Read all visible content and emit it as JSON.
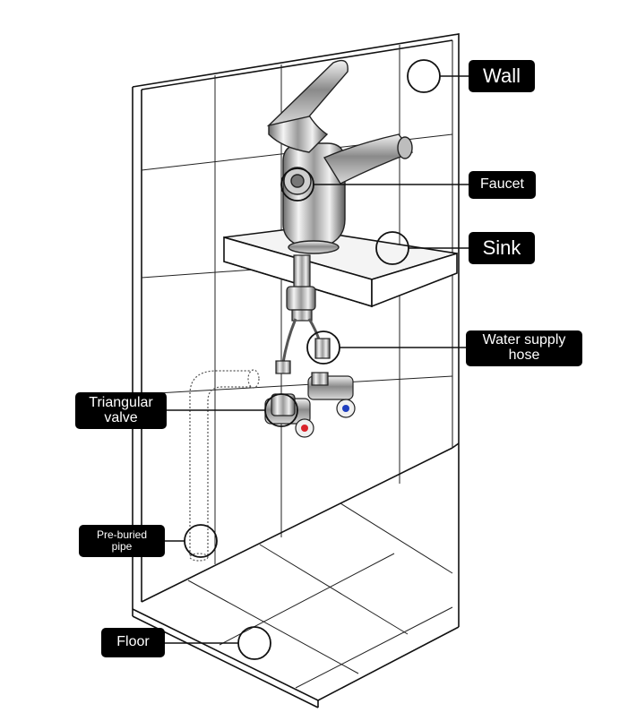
{
  "labels": {
    "wall": "Wall",
    "faucet": "Faucet",
    "sink": "Sink",
    "water_supply_hose": [
      "Water supply",
      "hose"
    ],
    "triangular_valve": [
      "Triangular",
      "valve"
    ],
    "pre_buried_pipe": [
      "Pre-buried",
      "pipe"
    ],
    "floor": "Floor"
  },
  "colors": {
    "line": "#111111",
    "label_bg": "#000000",
    "label_text": "#ffffff",
    "hot": "#d9232a",
    "cold": "#1f3fbf",
    "chrome_dark": "#3a3a3a",
    "chrome_light": "#e8e8e8"
  }
}
